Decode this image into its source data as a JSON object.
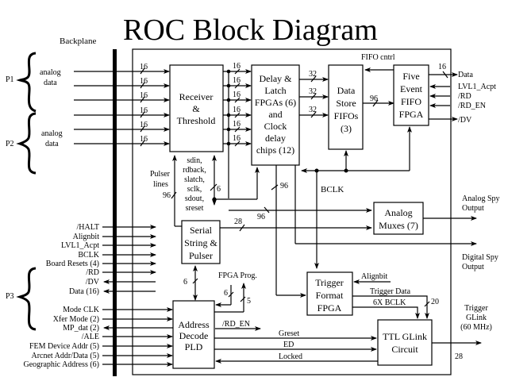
{
  "title": "ROC Block Diagram",
  "backplane_label": "Backplane",
  "connectors": {
    "p1": {
      "label": "P1",
      "group_label": [
        "analog",
        "data"
      ]
    },
    "p2": {
      "label": "P2",
      "group_label": [
        "analog",
        "data"
      ]
    },
    "p3": {
      "label": "P3"
    }
  },
  "analog_input_width": "16",
  "blocks": {
    "receiver": [
      "Receiver",
      "&",
      "Threshold"
    ],
    "delay_latch": [
      "Delay &",
      "Latch",
      "FPGAs (6)",
      "and",
      "Clock",
      "delay",
      "chips (12)"
    ],
    "data_store": [
      "Data",
      "Store",
      "FIFOs",
      "(3)"
    ],
    "five_event": [
      "Five",
      "Event",
      "FIFO",
      "FPGA"
    ],
    "analog_muxes": [
      "Analog",
      "Muxes (7)"
    ],
    "serial_string": [
      "Serial",
      "String &",
      "Pulser"
    ],
    "trigger_format": [
      "Trigger",
      "Format",
      "FPGA"
    ],
    "address_decode": [
      "Address",
      "Decode",
      "PLD"
    ],
    "ttl_glink": [
      "TTL GLink",
      "Circuit"
    ]
  },
  "bus_widths": {
    "receiver_to_delay": "16",
    "delay_to_store": "32",
    "store_to_fifo": "96",
    "fifo_data_out": "16",
    "serial_ctrl": "6",
    "delay_out": "96",
    "analog_mux_in": "96",
    "pulser_lines": "96",
    "serial_to_mux": "28",
    "pld_to_serial": "6",
    "fpga_prog_a": "6",
    "fpga_prog_b": "5",
    "trigger_data": "20",
    "glink_out": "28"
  },
  "labels": {
    "fifo_cntrl": "FIFO cntrl",
    "serial_signals": [
      "sdin,",
      "rdback,",
      "slatch,",
      "sclk,",
      "sdout,",
      "sreset"
    ],
    "pulser_lines": [
      "Pulser",
      "lines"
    ],
    "bclk": "BCLK",
    "fpga_prog": "FPGA Prog.",
    "alignbit": "Alignbit",
    "trigger_data": "Trigger Data",
    "six_x_bclk": "6X BCLK",
    "rd_en": "/RD_EN",
    "greset": "Greset",
    "ed": "ED",
    "locked": "Locked"
  },
  "fifo_signals": [
    "Data",
    "LVL1_Acpt",
    "/RD",
    "/RD_EN",
    "/DV"
  ],
  "outputs": {
    "analog_spy": [
      "Analog Spy",
      "Output"
    ],
    "digital_spy": [
      "Digital Spy",
      "Output"
    ],
    "trigger_glink": [
      "Trigger",
      "GLink",
      "(60 MHz)"
    ]
  },
  "p3_signals": [
    "/HALT",
    "Alignbit",
    "LVL1_Acpt",
    "BCLK",
    "Board Resets (4)",
    "/RD",
    "/DV",
    "Data (16)",
    "Mode CLK",
    "Xfer Mode (2)",
    "MP_dat (2)",
    "/ALE",
    "FEM Device Addr (5)",
    "Arcnet Addr/Data (5)",
    "Geographic Address (6)"
  ]
}
